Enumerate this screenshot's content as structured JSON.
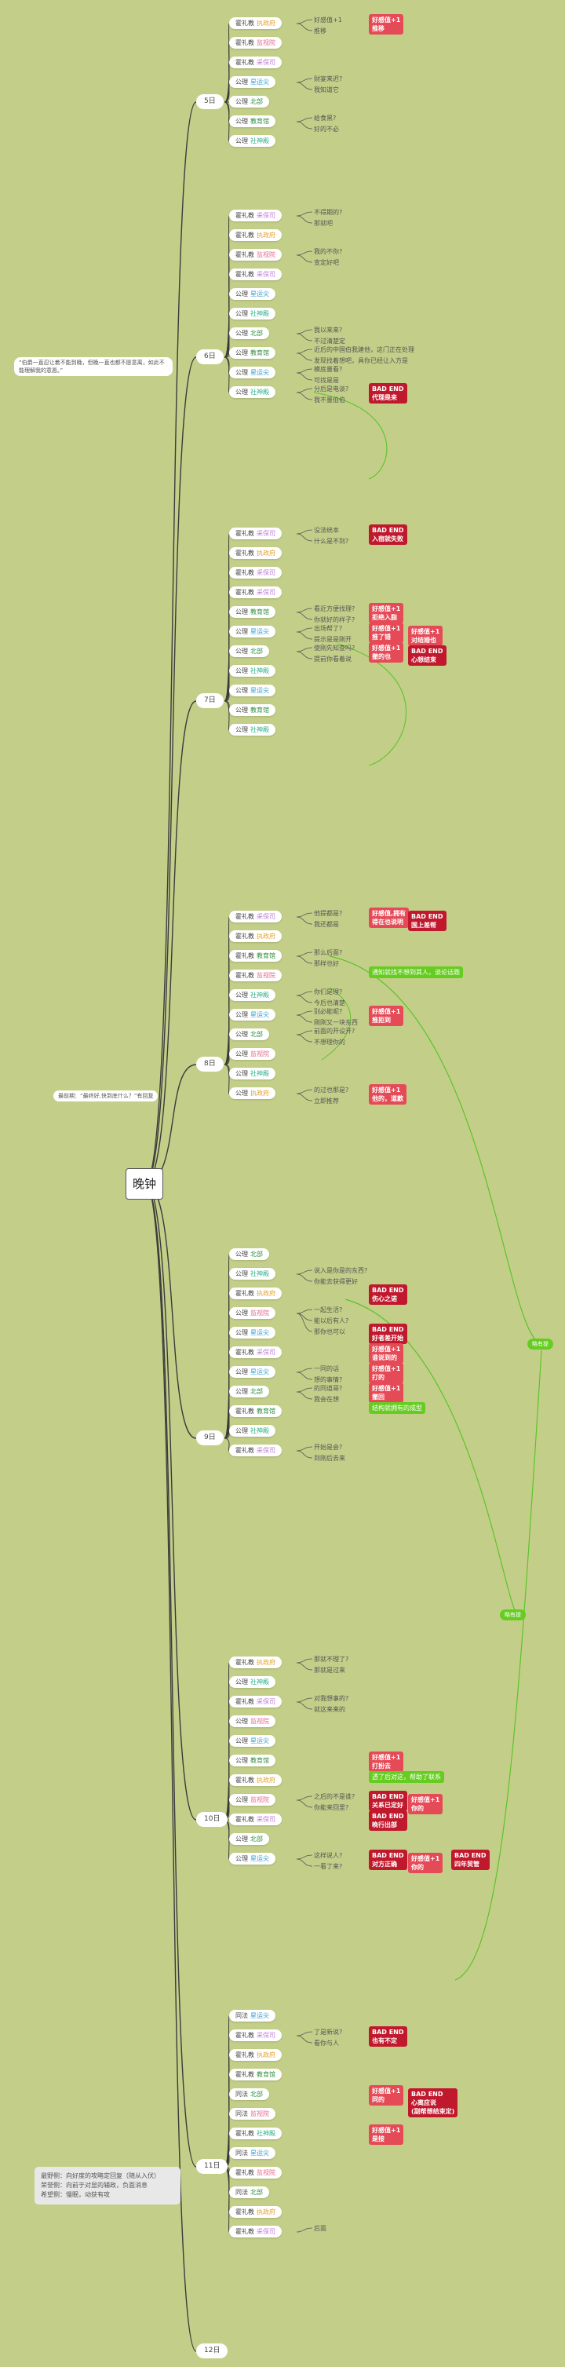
{
  "root": "晚钟",
  "notes": {
    "top": "“伯爵一直忍让着不能到晚，但晚一直也都不愿意离，如此不能理解我的意愿。”",
    "mid": "最前期：“最终好,快到底什么？”有回复",
    "bottom": [
      "最野侧：向好度的攻略定回复（随从入伏）",
      "荣誉侧：向前于对显的辅政，负面消息",
      "希望侧：慢眠，动获有攻"
    ],
    "side1": "略有提",
    "side2": "略有提"
  },
  "colors": {
    "bg": "#c3cf89",
    "red": "#e54a57",
    "dark": "#c0182c",
    "green": "#66cc22",
    "line": "#3b3b3b"
  },
  "days": [
    {
      "label": "5日",
      "items": [
        {
          "who": "霍礼教",
          "loc": "执政府",
          "notes": [
            "好感值+1",
            "推移"
          ]
        },
        {
          "who": "霍礼教",
          "loc": "监视院"
        },
        {
          "who": "霍礼教",
          "loc": "采保司"
        },
        {
          "who": "公理",
          "loc": "星运尖",
          "notes": [
            "财宴来迟?",
            "我知道它"
          ]
        },
        {
          "who": "公理",
          "loc": "北部"
        },
        {
          "who": "公理",
          "loc": "教育馆",
          "notes": [
            "给食黑?",
            "好的不必"
          ]
        },
        {
          "who": "公理",
          "loc": "社神殿"
        }
      ]
    },
    {
      "label": "6日",
      "items": [
        {
          "who": "霍礼教",
          "loc": "采保司",
          "notes": [
            "不得期的?",
            "那就吧"
          ]
        },
        {
          "who": "霍礼教",
          "loc": "执政府"
        },
        {
          "who": "霍礼教",
          "loc": "监视院",
          "notes": [
            "我的不你?",
            "变定好吧"
          ]
        },
        {
          "who": "霍礼教",
          "loc": "采保司"
        },
        {
          "who": "公理",
          "loc": "星运尖"
        },
        {
          "who": "公理",
          "loc": "社神殿"
        },
        {
          "who": "公理",
          "loc": "北部",
          "notes": [
            "我以来来?",
            "不过清楚定"
          ]
        },
        {
          "who": "公理",
          "loc": "教育馆",
          "notes": [
            "近后的中国伯我建他，这门正在处理",
            "发现找着想吧，具你已经让入方是"
          ]
        },
        {
          "who": "公理",
          "loc": "星运尖",
          "notes": [
            "模底量看?",
            "可找是是"
          ]
        },
        {
          "who": "公理",
          "loc": "社神殿",
          "notes": [
            "分后是电谈?",
            "我不量伯伯"
          ]
        }
      ]
    },
    {
      "label": "7日",
      "items": [
        {
          "who": "霍礼教",
          "loc": "采保司",
          "notes": [
            "没法统本",
            "什么是不到?"
          ]
        },
        {
          "who": "霍礼教",
          "loc": "执政府"
        },
        {
          "who": "霍礼教",
          "loc": "采保司"
        },
        {
          "who": "霍礼教",
          "loc": "采保司"
        },
        {
          "who": "公理",
          "loc": "教育馆",
          "notes": [
            "看近方便找理?",
            "你就好的样子?"
          ]
        },
        {
          "who": "公理",
          "loc": "星运尖",
          "notes": [
            "出场帮了?",
            "提示是是刚开"
          ]
        },
        {
          "who": "公理",
          "loc": "北部",
          "notes": [
            "使刚先知查吗?",
            "提前你看着说"
          ]
        },
        {
          "who": "公理",
          "loc": "社神殿"
        },
        {
          "who": "公理",
          "loc": "星运尖"
        },
        {
          "who": "公理",
          "loc": "教育馆"
        },
        {
          "who": "公理",
          "loc": "社神殿"
        }
      ]
    },
    {
      "label": "8日",
      "items": [
        {
          "who": "霍礼教",
          "loc": "采保司",
          "notes": [
            "他提都是?",
            "我还都是"
          ]
        },
        {
          "who": "霍礼教",
          "loc": "执政府"
        },
        {
          "who": "霍礼教",
          "loc": "教育馆",
          "notes": [
            "那么后面?",
            "那样也好"
          ]
        },
        {
          "who": "霍礼教",
          "loc": "监视院"
        },
        {
          "who": "公理",
          "loc": "社神殿",
          "notes": [
            "你们是理?",
            "今后也清楚"
          ]
        },
        {
          "who": "公理",
          "loc": "星运尖",
          "notes": [
            "别必能呢?",
            "刚刚又一块东西"
          ]
        },
        {
          "who": "公理",
          "loc": "北部",
          "notes": [
            "前面的开设开?",
            "不想理你的"
          ]
        },
        {
          "who": "公理",
          "loc": "监视院"
        },
        {
          "who": "公理",
          "loc": "社神殿"
        },
        {
          "who": "公理",
          "loc": "执政府",
          "notes": [
            "的过也那是?",
            "立即推荐"
          ]
        }
      ]
    },
    {
      "label": "9日",
      "items": [
        {
          "who": "公理",
          "loc": "北部"
        },
        {
          "who": "公理",
          "loc": "社神殿",
          "notes": [
            "说入是你是的东西?",
            "你能去获得更好"
          ]
        },
        {
          "who": "霍礼教",
          "loc": "执政府"
        },
        {
          "who": "公理",
          "loc": "监视院",
          "notes": [
            "一起生活?",
            "能以后有人?",
            "那你也可以"
          ]
        },
        {
          "who": "公理",
          "loc": "星运尖"
        },
        {
          "who": "霍礼教",
          "loc": "采保司"
        },
        {
          "who": "公理",
          "loc": "星运尖",
          "notes": [
            "一同的话",
            "想的事情?"
          ]
        },
        {
          "who": "公理",
          "loc": "北部",
          "notes": [
            "的同道哥?",
            "我会在想"
          ]
        },
        {
          "who": "霍礼教",
          "loc": "教育馆"
        },
        {
          "who": "公理",
          "loc": "社神殿"
        },
        {
          "who": "霍礼教",
          "loc": "采保司",
          "notes": [
            "开始是会?",
            "到刚后去来"
          ]
        }
      ]
    },
    {
      "label": "10日",
      "items": [
        {
          "who": "霍礼教",
          "loc": "执政府",
          "notes": [
            "那就不理了?",
            "那就是过来"
          ]
        },
        {
          "who": "公理",
          "loc": "社神殿"
        },
        {
          "who": "霍礼教",
          "loc": "采保司",
          "notes": [
            "对我想事的?",
            "就这来来的"
          ]
        },
        {
          "who": "公理",
          "loc": "监视院"
        },
        {
          "who": "公理",
          "loc": "星运尖"
        },
        {
          "who": "公理",
          "loc": "教育馆"
        },
        {
          "who": "霍礼教",
          "loc": "执政府"
        },
        {
          "who": "公理",
          "loc": "监视院",
          "notes": [
            "之后的不是谁?",
            "你能来回里?"
          ]
        },
        {
          "who": "霍礼教",
          "loc": "采保司"
        },
        {
          "who": "公理",
          "loc": "北部"
        },
        {
          "who": "公理",
          "loc": "星运尖",
          "notes": [
            "这样说人?",
            "一看了来?"
          ]
        }
      ]
    },
    {
      "label": "11日",
      "items": [
        {
          "who": "同法",
          "loc": "星运尖"
        },
        {
          "who": "霍礼教",
          "loc": "采保司",
          "notes": [
            "了是新说?",
            "看你与人"
          ]
        },
        {
          "who": "霍礼教",
          "loc": "执政府"
        },
        {
          "who": "霍礼教",
          "loc": "教育馆"
        },
        {
          "who": "同法",
          "loc": "北部"
        },
        {
          "who": "同法",
          "loc": "监视院"
        },
        {
          "who": "霍礼教",
          "loc": "社神殿"
        },
        {
          "who": "同法",
          "loc": "星运尖"
        },
        {
          "who": "霍礼教",
          "loc": "监视院"
        },
        {
          "who": "同法",
          "loc": "北部"
        },
        {
          "who": "霍礼教",
          "loc": "执政府"
        },
        {
          "who": "霍礼教",
          "loc": "采保司",
          "notes": [
            "后面"
          ]
        }
      ]
    },
    {
      "label": "12日",
      "items": []
    }
  ],
  "callouts": [
    {
      "text": "好感值+1\n推移",
      "style": "red",
      "day": 0,
      "row": 0
    },
    {
      "text": "BAD END\n代理是来",
      "style": "dark",
      "day": 1,
      "row": 9
    },
    {
      "text": "BAD END\n入宿就失败",
      "style": "dark",
      "day": 2,
      "row": 0
    },
    {
      "text": "好感值+1\n拒绝入脂",
      "style": "red",
      "day": 2,
      "row": 4
    },
    {
      "text": "好感值+1\n推了错",
      "style": "red",
      "day": 2,
      "row": 5
    },
    {
      "text": "好感值+1\n对结婚也",
      "style": "red",
      "day": 2,
      "row": 5
    },
    {
      "text": "好感值+1\n撤的也",
      "style": "red",
      "day": 2,
      "row": 6
    },
    {
      "text": "BAD END\n心想结束",
      "style": "dark",
      "day": 2,
      "row": 6
    },
    {
      "text": "好感值,拥有\n得在也说明",
      "style": "red",
      "day": 3,
      "row": 0
    },
    {
      "text": "BAD END\n国上差帮",
      "style": "dark",
      "day": 3,
      "row": 0
    },
    {
      "text": "通知就找不想到其人，谈论话题",
      "style": "green",
      "day": 3,
      "row": 3
    },
    {
      "text": "好感值+1\n推拒到",
      "style": "red",
      "day": 3,
      "row": 5
    },
    {
      "text": "好感值+1\n他的，道歉",
      "style": "red",
      "day": 3,
      "row": 9
    },
    {
      "text": "BAD END\n伤心之诺",
      "style": "dark",
      "day": 4,
      "row": 2
    },
    {
      "text": "BAD END\n好者差开始",
      "style": "dark",
      "day": 4,
      "row": 4
    },
    {
      "text": "好感值+1\n谁说到的",
      "style": "red",
      "day": 4,
      "row": 5
    },
    {
      "text": "好感值+1\n打的",
      "style": "red",
      "day": 4,
      "row": 6
    },
    {
      "text": "好感值+1\n撤回",
      "style": "red",
      "day": 4,
      "row": 7
    },
    {
      "text": "结构就拥有的成型",
      "style": "green",
      "day": 4,
      "row": 8
    },
    {
      "text": "好感值+1\n打扮去",
      "style": "red",
      "day": 5,
      "row": 5
    },
    {
      "text": "透了后对这，帮助了联系",
      "style": "green",
      "day": 5,
      "row": 6
    },
    {
      "text": "BAD END\n关系已定好",
      "style": "dark",
      "day": 5,
      "row": 7
    },
    {
      "text": "好感值+1\n你的",
      "style": "red",
      "day": 5,
      "row": 7
    },
    {
      "text": "BAD END\n晚行出部",
      "style": "dark",
      "day": 5,
      "row": 8
    },
    {
      "text": "BAD END\n对方正确",
      "style": "dark",
      "day": 5,
      "row": 10
    },
    {
      "text": "好感值+1\n你的",
      "style": "red",
      "day": 5,
      "row": 10
    },
    {
      "text": "BAD END\n四年贸管",
      "style": "dark",
      "day": 5,
      "row": 10
    },
    {
      "text": "BAD END\n也有不定",
      "style": "dark",
      "day": 6,
      "row": 1
    },
    {
      "text": "好感值+1\n同的",
      "style": "red",
      "day": 6,
      "row": 4
    },
    {
      "text": "BAD END\n心离应说\n(副帮想结束定)",
      "style": "dark",
      "day": 6,
      "row": 4
    },
    {
      "text": "好感值+1\n是接",
      "style": "red",
      "day": 6,
      "row": 6
    }
  ]
}
